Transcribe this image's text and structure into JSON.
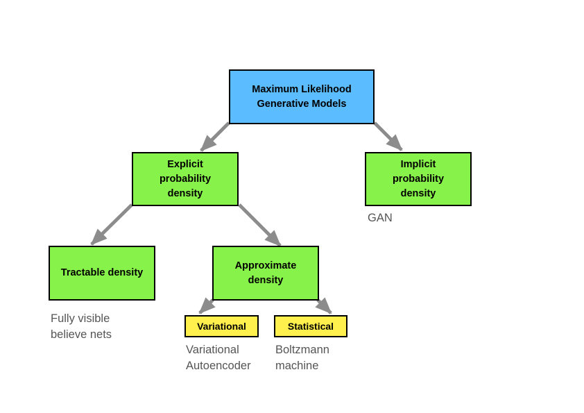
{
  "nodes": {
    "root": "Maximum Likelihood\nGenerative Models",
    "explicit": "Explicit\nprobability\ndensity",
    "implicit": "Implicit\nprobability\ndensity",
    "tractable": "Tractable density",
    "approximate": "Approximate\ndensity",
    "variational": "Variational",
    "statistical": "Statistical"
  },
  "captions": {
    "gan": "GAN",
    "fully_visible": "Fully visible\nbelieve nets",
    "vae": "Variational\nAutoencoder",
    "boltzmann": "Boltzmann\nmachine"
  },
  "colors": {
    "root_fill": "#5bbcff",
    "green_fill": "#87f249",
    "yellow_fill": "#fff04d",
    "arrow": "#8c8c8c",
    "caption_text": "#555555"
  }
}
